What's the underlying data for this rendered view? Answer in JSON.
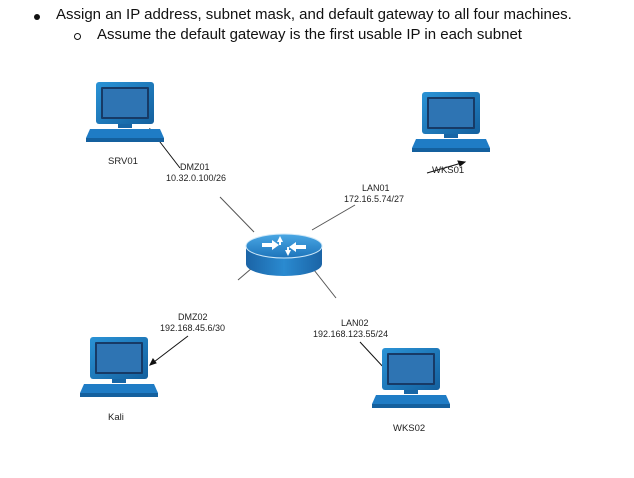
{
  "instructions": {
    "bullet1": "Assign an IP address, subnet mask, and default gateway to all four machines.",
    "bullet2": "Assume the default gateway is the first usable IP in each subnet"
  },
  "hosts": {
    "srv01": "SRV01",
    "wks01": "WKS01",
    "kali": "Kali",
    "wks02": "WKS02"
  },
  "links": {
    "dmz01": {
      "name": "DMZ01",
      "ip": "10.32.0.100/26"
    },
    "lan01": {
      "name": "LAN01",
      "ip": "172.16.5.74/27"
    },
    "dmz02": {
      "name": "DMZ02",
      "ip": "192.168.45.6/30"
    },
    "lan02": {
      "name": "LAN02",
      "ip": "192.168.123.55/24"
    }
  },
  "colors": {
    "computer_screen": "#1d7fc3",
    "computer_screen_inner": "#1a3d6b",
    "router_blue": "#1f7cc5",
    "line": "#555555"
  }
}
